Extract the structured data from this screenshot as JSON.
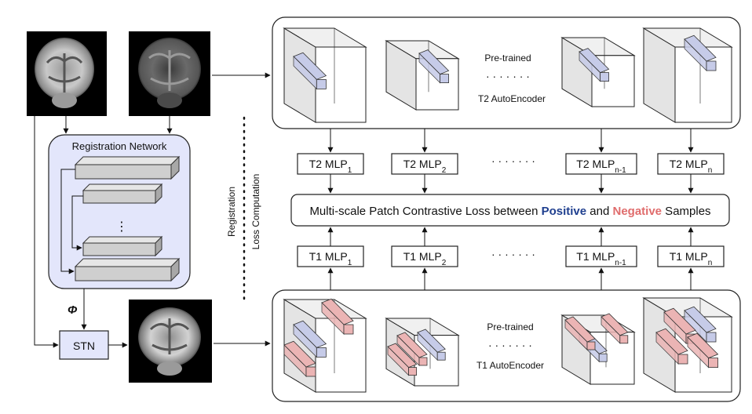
{
  "registration_network": {
    "title": "Registration Network",
    "dots": "⋮"
  },
  "phi_label": "Φ",
  "stn_label": "STN",
  "vertical_label": {
    "line1": "Registration",
    "line2": "Loss Computation"
  },
  "t2_encoder": {
    "line1": "Pre-trained",
    "line2": "T2 AutoEncoder",
    "dots": "· · · · · · ·"
  },
  "t1_encoder": {
    "line1": "Pre-trained",
    "line2": "T1 AutoEncoder",
    "dots": "· · · · · · ·"
  },
  "t2_mlps": [
    {
      "base": "T2 MLP",
      "sub": "1"
    },
    {
      "base": "T2 MLP",
      "sub": "2"
    },
    {
      "base": "T2 MLP",
      "sub": "n-1"
    },
    {
      "base": "T2 MLP",
      "sub": "n"
    }
  ],
  "t1_mlps": [
    {
      "base": "T1 MLP",
      "sub": "1"
    },
    {
      "base": "T1 MLP",
      "sub": "2"
    },
    {
      "base": "T1 MLP",
      "sub": "n-1"
    },
    {
      "base": "T1 MLP",
      "sub": "n"
    }
  ],
  "mlp_dots": "· · · · · · ·",
  "loss": {
    "prefix": "Multi-scale Patch Contrastive Loss between ",
    "positive": "Positive",
    "middle": " and ",
    "negative": "Negative",
    "suffix": " Samples"
  },
  "colors": {
    "positive": "#1f3f8f",
    "negative": "#e06c6c",
    "reg_bg": "#e3e6fb",
    "layer_fill": "#cfcfcf",
    "patch_blue": "#c6cbe8",
    "patch_red": "#ebb4b4"
  }
}
